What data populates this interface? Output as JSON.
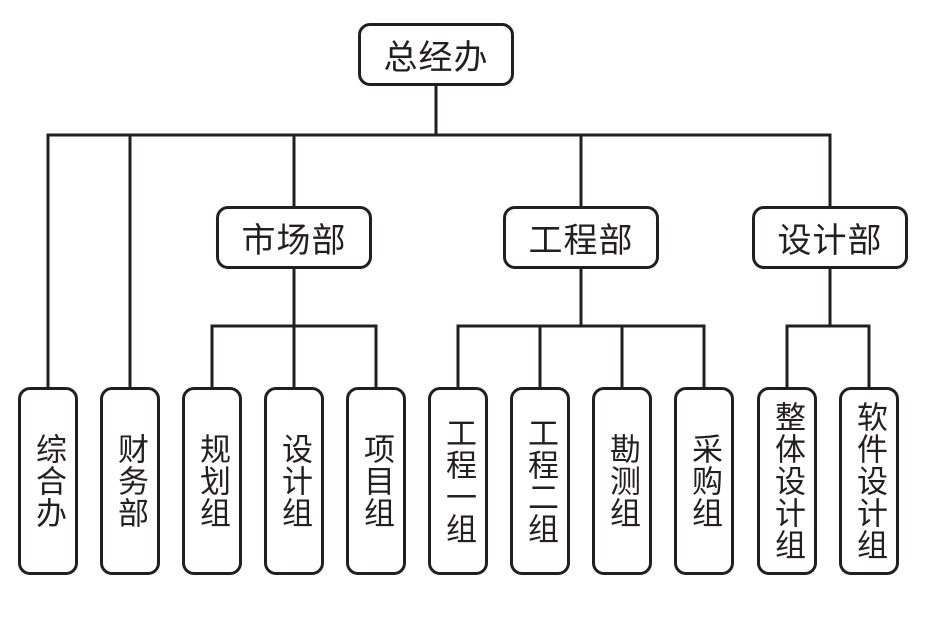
{
  "root": {
    "label": "总经办"
  },
  "departments": [
    {
      "label": "市场部"
    },
    {
      "label": "工程部"
    },
    {
      "label": "设计部"
    }
  ],
  "units": [
    {
      "label": "综合办"
    },
    {
      "label": "财务部"
    },
    {
      "label": "规划组"
    },
    {
      "label": "设计组"
    },
    {
      "label": "项目组"
    },
    {
      "label": "工程一组"
    },
    {
      "label": "工程二组"
    },
    {
      "label": "勘测组"
    },
    {
      "label": "采购组"
    },
    {
      "label": "整体设计组"
    },
    {
      "label": "软件设计组"
    }
  ]
}
